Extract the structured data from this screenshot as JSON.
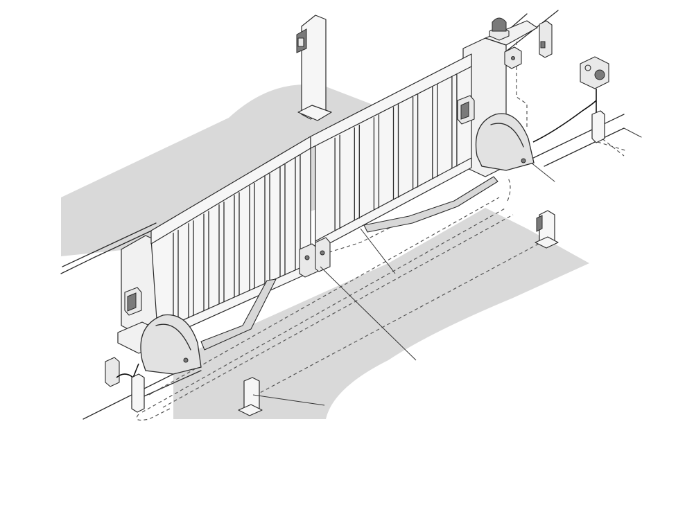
{
  "colors": {
    "background": "#ffffff",
    "ground_shade": "#d9d9d9",
    "line": "#2a2a2a",
    "gate_fill": "#f4f4f4",
    "motor_cover": "#e2e2e2"
  },
  "components": [
    {
      "id": "gate-leaf-left",
      "kind": "gate-leaf"
    },
    {
      "id": "gate-leaf-right",
      "kind": "gate-leaf"
    },
    {
      "id": "operator-left",
      "kind": "swing-gate-operator"
    },
    {
      "id": "operator-right",
      "kind": "swing-gate-operator"
    },
    {
      "id": "arm-left",
      "kind": "articulated-arm"
    },
    {
      "id": "arm-right",
      "kind": "articulated-arm"
    },
    {
      "id": "flashing-lamp",
      "kind": "warning-light"
    },
    {
      "id": "photocell-pillar-left",
      "kind": "photocell"
    },
    {
      "id": "photocell-pillar-right",
      "kind": "photocell"
    },
    {
      "id": "photocell-post-front",
      "kind": "photocell-post"
    },
    {
      "id": "photocell-post-back",
      "kind": "photocell-post"
    },
    {
      "id": "key-selector",
      "kind": "key-switch"
    },
    {
      "id": "control-box",
      "kind": "control-unit"
    },
    {
      "id": "isolator-switch",
      "kind": "mains-switch"
    },
    {
      "id": "junction-box",
      "kind": "junction-box"
    },
    {
      "id": "keypad-post",
      "kind": "keypad-column"
    },
    {
      "id": "central-gate-stop",
      "kind": "gate-stop"
    }
  ]
}
